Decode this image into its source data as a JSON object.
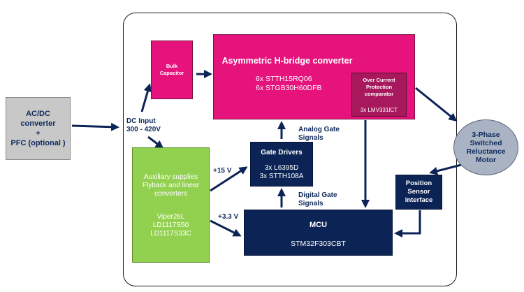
{
  "blocks": {
    "acdc": {
      "line1": "AC/DC",
      "line2": "converter",
      "line3": "+",
      "line4": "PFC (optional )"
    },
    "bulk": {
      "line1": "Bulk",
      "line2": "Capacitor"
    },
    "hbridge": {
      "title": "Asymmetric H-bridge converter",
      "part1": "6x  STTH15RQ06",
      "part2": "6x  STGB30H60DFB"
    },
    "ocp": {
      "line1": "Over Current",
      "line2": "Protection",
      "line3": "comparator",
      "part": "3x LMV331ICT"
    },
    "motor": {
      "line1": "3-Phase",
      "line2": "Switched",
      "line3": "Reluctance",
      "line4": "Motor"
    },
    "aux": {
      "line1": "Auxiliary supplies",
      "line2": "Flyback and linear",
      "line3": "converters",
      "part1": "Viper26L",
      "part2": "LD1117S50",
      "part3": "LD1117S33C"
    },
    "gate_drivers": {
      "title": "Gate Drivers",
      "part1": "3x L6395D",
      "part2": "3x STTH108A"
    },
    "mcu": {
      "title": "MCU",
      "part": "STM32F303CBT"
    },
    "position_sensor": {
      "line1": "Position",
      "line2": "Sensor",
      "line3": "interface"
    }
  },
  "labels": {
    "dc_input_1": "DC Input",
    "dc_input_2": "300 - 420V",
    "v15": "+15 V",
    "v33": "+3.3 V",
    "analog_1": "Analog Gate",
    "analog_2": "Signals",
    "digital_1": "Digital Gate",
    "digital_2": "Signals"
  },
  "colors": {
    "magenta": "#e6137d",
    "dark_magenta": "#a7185c",
    "green": "#92d050",
    "navy": "#0b2455",
    "gray": "#c8c8c8",
    "motor_gray": "#a9b3c4",
    "arrow": "#0b2455"
  }
}
